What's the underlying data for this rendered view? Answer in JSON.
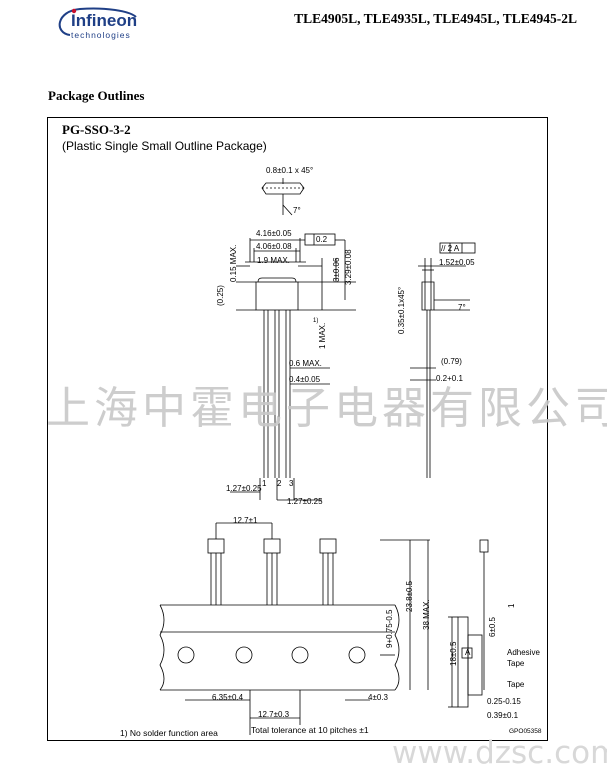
{
  "header": {
    "logo_main": "Infineon",
    "logo_sub": "technologies",
    "title": "TLE4905L, TLE4935L, TLE4945L, TLE4945-2L"
  },
  "section_title": "Package Outlines",
  "package": {
    "name": "PG-SSO-3-2",
    "description": "(Plastic Single Small Outline Package)"
  },
  "dimensions": {
    "chamfer": "0.8±0.1 x 45°",
    "angle_top": "7°",
    "width_416": "4.16±0.05",
    "width_406": "4.06±0.08",
    "flatness": "0.2",
    "width_19": "1.9 MAX.",
    "h_015": "0.15 MAX.",
    "h_3": "3±0.06",
    "h_329": "3.29±0.08",
    "h_025": "(0.25)",
    "h_1max": "1 MAX.",
    "footnote_mark": "1)",
    "lead_06": "0.6 MAX.",
    "lead_04": "0.4±0.05",
    "pitch_127a": "1.27±0.25",
    "pitch_127b": "1.27±0.25",
    "pin1": "1",
    "pin2": "2",
    "pin3": "3",
    "side_tol": "// 2 A",
    "side_152": "1.52±0.05",
    "side_035": "0.35±0.1x45°",
    "side_7": "7°",
    "side_079": "(0.79)",
    "side_02": "0.2+0.1",
    "tape_127_1": "12.7±1",
    "tape_238": "23.8±0.5",
    "tape_38": "38 MAX.",
    "tape_9": "9+0.75-0.5",
    "tape_635": "6.35±0.4",
    "tape_4": "4±0.3",
    "tape_127_3": "12.7±0.3",
    "tape_18": "18±0.5",
    "tape_6": "6±0.5",
    "tape_1": "1",
    "tape_A": "A",
    "tape_025": "0.25-0.15",
    "tape_039": "0.39±0.1"
  },
  "labels": {
    "adhesive_tape": "Adhesive Tape",
    "tape": "Tape",
    "footnote": "1) No solder function area",
    "total_tolerance": "Total tolerance at 10 pitches ±1",
    "drawing_id": "GPO05358"
  },
  "watermark": "上海中霍电子电器有限公司",
  "site": "www.dzsc.com",
  "colors": {
    "logo_blue": "#1f3f86",
    "logo_red": "#c8102e",
    "watermark_gray": "#c8c8c8"
  }
}
